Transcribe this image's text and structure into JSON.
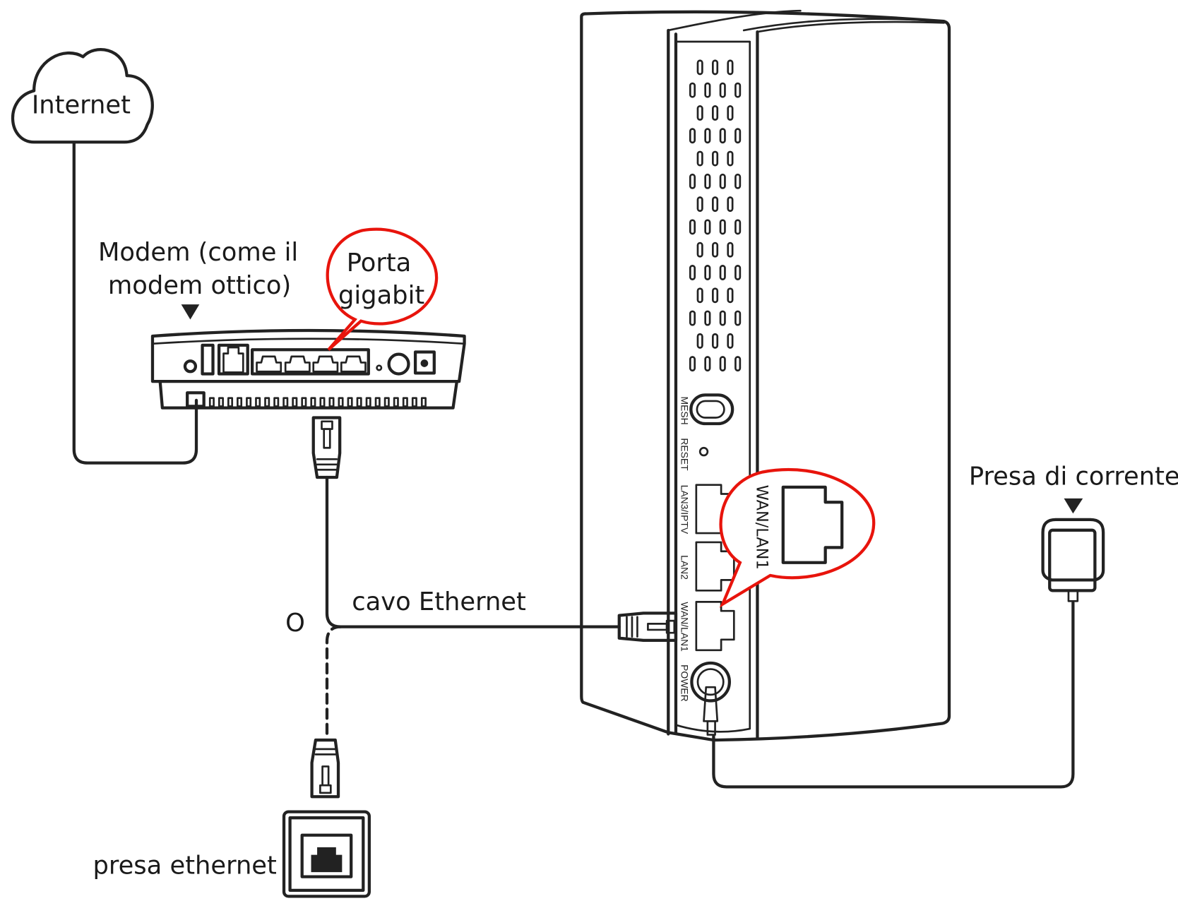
{
  "labels": {
    "internet": "Internet",
    "modem_line1": "Modem (come il",
    "modem_line2": "modem ottico)",
    "gigabit_line1": "Porta",
    "gigabit_line2": "gigabit",
    "cable": "cavo Ethernet",
    "or": "O",
    "wall_jack": "presa ethernet",
    "power_outlet": "Presa di corrente",
    "callout_port": "WAN/LAN1"
  },
  "router_ports": [
    "MESH",
    "RESET",
    "LAN3/IPTV",
    "LAN2",
    "WAN/LAN1",
    "POWER"
  ],
  "colors": {
    "line": "#222222",
    "highlight": "#e8140c"
  }
}
